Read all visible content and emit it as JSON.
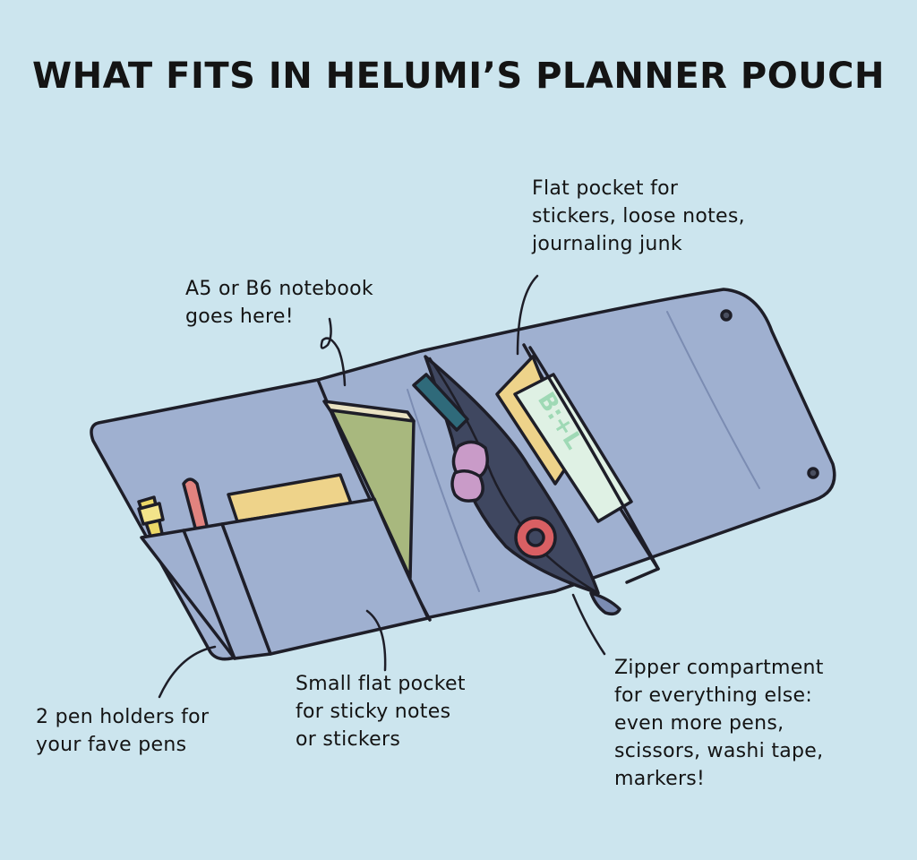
{
  "title": "WHAT FITS IN HELUMI’S PLANNER POUCH",
  "colors": {
    "background": "#cce5ee",
    "pouch": "#9fb0d0",
    "outline": "#1e1e28",
    "notebook": "#a8b87e",
    "washi": "#d85f63",
    "scissors": "#c99bc8",
    "pen_blue": "#2f6a7a",
    "pen_yellow": "#ecd867",
    "pen_pink": "#e2837f",
    "note_pad": "#eed38a"
  },
  "callouts": {
    "flat_pocket": [
      "Flat pocket for",
      "stickers, loose notes,",
      "journaling junk"
    ],
    "notebook": [
      "A5 or B6 notebook",
      "goes here!"
    ],
    "zipper": [
      "Zipper compartment",
      "for everything else:",
      "even more pens,",
      "scissors, washi tape,",
      "markers!"
    ],
    "small_pocket": [
      "Small flat pocket",
      "for sticky notes",
      "or stickers"
    ],
    "pen_holders": [
      "2 pen holders for",
      "your fave pens"
    ]
  },
  "sticker_text": "B:+L"
}
